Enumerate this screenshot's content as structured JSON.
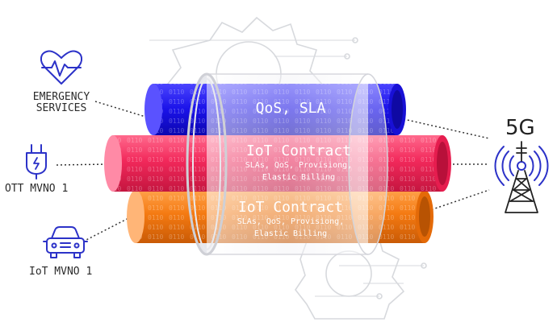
{
  "clients": {
    "emergency": {
      "line1": "EMERGENCY",
      "line2": "SERVICES",
      "icon": "heart-pulse-icon"
    },
    "ott": {
      "label": "OTT MVNO 1",
      "icon": "power-plug-icon"
    },
    "iot": {
      "label": "IoT MVNO 1",
      "icon": "car-icon"
    }
  },
  "pipes": {
    "qos": {
      "title": "QoS, SLA",
      "color": "#1a12e8"
    },
    "iot_contract_1": {
      "title": "IoT Contract",
      "sub1": "SLAs, QoS, Provisiong,",
      "sub2": "Elastic Billing",
      "color": "#f2295b"
    },
    "iot_contract_2": {
      "title": "IoT Contract",
      "sub1": "SLAs, QoS, Provisiong,",
      "sub2": "Elastic Billing",
      "color": "#f47a12"
    }
  },
  "network": {
    "label": "5G",
    "icon": "cell-tower-icon"
  },
  "colors": {
    "icon_blue": "#2c32c8",
    "gear_gray": "#d7d9dd",
    "glass": "#e9e9ee"
  }
}
